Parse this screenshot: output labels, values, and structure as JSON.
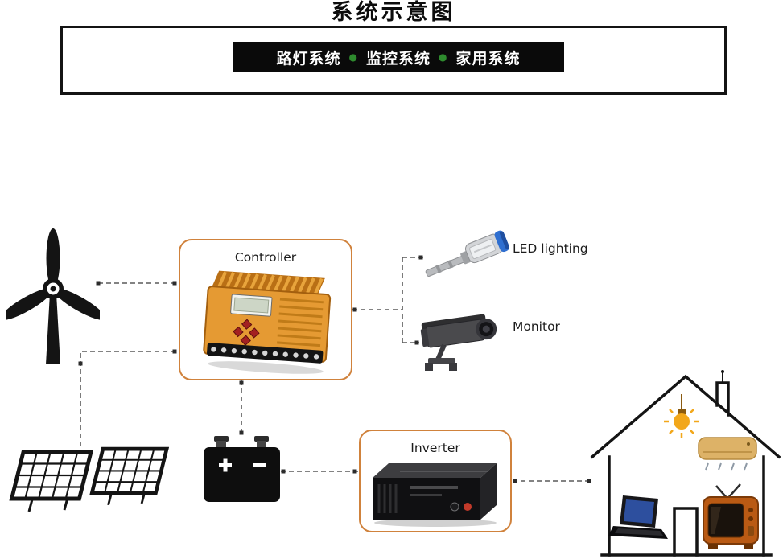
{
  "header": {
    "title": "系统示意图",
    "subtitle": {
      "items": [
        "路灯系统",
        "监控系统",
        "家用系统"
      ],
      "bullet": "●"
    }
  },
  "labels": {
    "controller": "Controller",
    "inverter": "Inverter",
    "led_lighting": "LED lighting",
    "monitor": "Monitor"
  },
  "icons": {
    "wind_turbine": "wind-turbine-icon",
    "solar_panels": "solar-panel-icon",
    "controller_device": "charge-controller-icon",
    "led_street_light": "led-street-light-icon",
    "cctv_camera": "cctv-camera-icon",
    "battery": "battery-icon",
    "inverter_device": "inverter-icon",
    "house": "house-icon",
    "light_bulb": "light-bulb-icon",
    "air_conditioner": "air-conditioner-icon",
    "laptop": "laptop-icon",
    "tv": "tv-icon"
  },
  "colors": {
    "box_border": "#d0823c",
    "line": "#5a5a5a",
    "bar_bg": "#0a0a0a",
    "bar_text": "#ffffff",
    "bullet_color": "#2e8b2e",
    "device_orange": "#e59a33",
    "lamp_blue": "#2f6fd0",
    "bulb": "#f2a71b",
    "ac": "#ddb267",
    "tv": "#b95a14",
    "ink": "#141414"
  }
}
